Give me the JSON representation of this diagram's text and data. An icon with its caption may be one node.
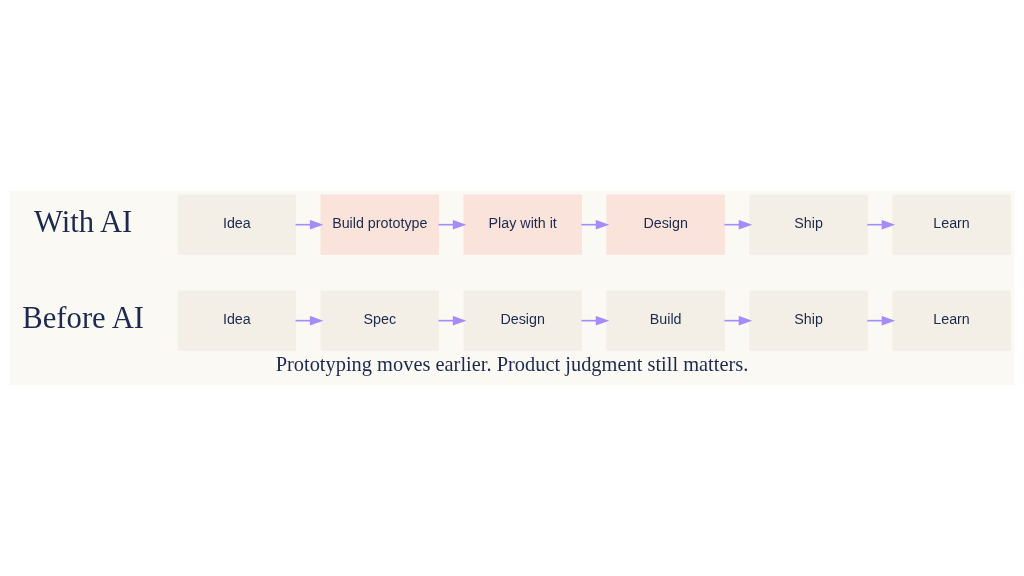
{
  "diagram": {
    "caption": "Prototyping moves earlier. Product judgment still matters.",
    "nodes": [
      {
        "text": [
          "Idea"
        ]
      },
      {
        "text": [
          "Spec"
        ]
      },
      {
        "text": [
          "Design"
        ]
      },
      {
        "text": [
          "Build"
        ]
      },
      {
        "text": [
          "Ship"
        ]
      },
      {
        "text": [
          "Learn"
        ]
      },
      {
        "text": [
          "Idea"
        ]
      },
      {
        "text": [
          "Build prototype"
        ]
      },
      {
        "text": [
          "Play with it"
        ]
      },
      {
        "text": [
          "Design"
        ]
      },
      {
        "text": [
          "Ship"
        ]
      },
      {
        "text": [
          "Learn"
        ]
      }
    ],
    "edges": [
      {
        "from": 0,
        "to": 1,
        "arrow": "to"
      },
      {
        "from": 1,
        "to": 2,
        "arrow": "to"
      },
      {
        "from": 2,
        "to": 3,
        "arrow": "to"
      },
      {
        "from": 3,
        "to": 4,
        "arrow": "to"
      },
      {
        "from": 4,
        "to": 5,
        "arrow": "to"
      },
      {
        "from": 6,
        "to": 7,
        "arrow": "to"
      },
      {
        "from": 7,
        "to": 8,
        "arrow": "to"
      },
      {
        "from": 8,
        "to": 9,
        "arrow": "to"
      },
      {
        "from": 9,
        "to": 10,
        "arrow": "to"
      },
      {
        "from": 10,
        "to": 11,
        "arrow": "to"
      }
    ],
    "labels": [
      "Before AI",
      "With AI"
    ]
  }
}
